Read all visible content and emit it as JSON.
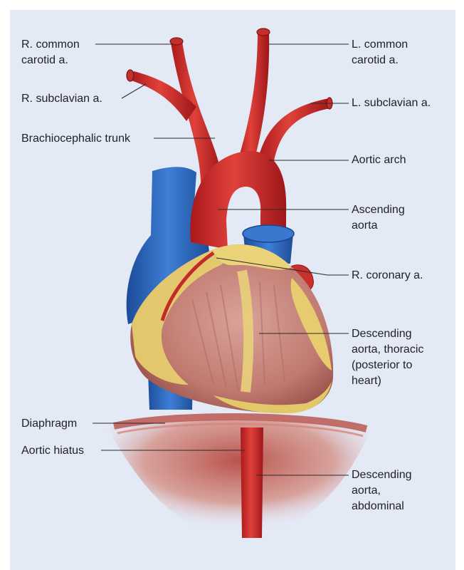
{
  "labels": {
    "r_common_carotid": "R. common\ncarotid a.",
    "r_subclavian": "R. subclavian a.",
    "brachiocephalic": "Brachiocephalic trunk",
    "diaphragm": "Diaphragm",
    "aortic_hiatus": "Aortic hiatus",
    "l_common_carotid": "L. common\ncarotid a.",
    "l_subclavian": "L. subclavian a.",
    "aortic_arch": "Aortic arch",
    "ascending_aorta": "Ascending\naorta",
    "r_coronary": "R. coronary a.",
    "descending_thoracic": "Descending\naorta, thoracic\n(posterior to\n heart)",
    "descending_abdominal": "Descending\naorta,\nabdominal"
  },
  "colors": {
    "panel": "#e4e9f6",
    "artery": "#d42f2c",
    "artery_dark": "#a31a1c",
    "vein": "#2f6cc4",
    "vein_dark": "#1e4d98",
    "muscle": "#c98a80",
    "fat": "#e9cf74",
    "diaphragm": "#c5675e",
    "text": "#222226"
  }
}
